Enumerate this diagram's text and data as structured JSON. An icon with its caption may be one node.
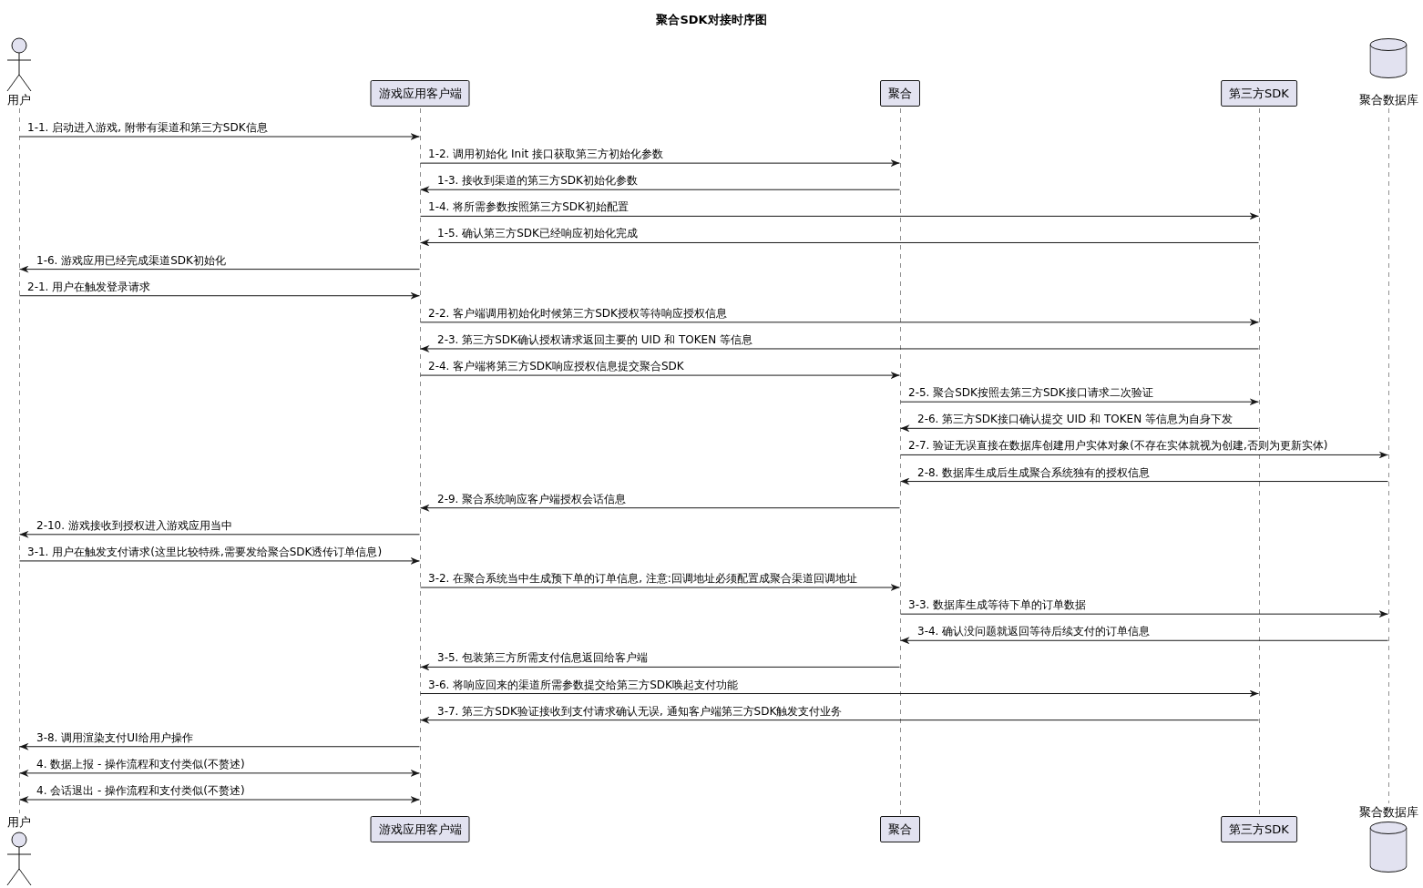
{
  "diagram": {
    "title": "聚合SDK对接时序图",
    "nodes": [
      {
        "text": [
          "用户"
        ]
      },
      {
        "text": [
          "游戏应用客户端"
        ]
      },
      {
        "text": [
          "聚合"
        ]
      },
      {
        "text": [
          "第三方SDK"
        ]
      },
      {
        "text": [
          "聚合数据库"
        ]
      },
      {
        "text": [],
        "shape": "line"
      },
      {
        "text": [],
        "shape": "line"
      },
      {
        "text": [],
        "shape": "line"
      },
      {
        "text": [],
        "shape": "line"
      },
      {
        "text": [],
        "shape": "line"
      },
      {
        "text": [
          "用户"
        ]
      },
      {
        "text": [
          "游戏应用客户端"
        ]
      },
      {
        "text": [
          "聚合"
        ]
      },
      {
        "text": [
          "第三方SDK"
        ]
      },
      {
        "text": [
          "聚合数据库"
        ]
      }
    ],
    "edges": [
      {
        "from": 5,
        "to": 6,
        "arrow": "to",
        "label": "1-1. 启动进入游戏, 附带有渠道和第三方SDK信息"
      },
      {
        "from": 6,
        "to": 7,
        "arrow": "to",
        "label": "1-2. 调用初始化 Init 接口获取第三方初始化参数"
      },
      {
        "from": 7,
        "to": 6,
        "arrow": "to",
        "label": "1-3. 接收到渠道的第三方SDK初始化参数"
      },
      {
        "from": 6,
        "to": 8,
        "arrow": "to",
        "label": "1-4. 将所需参数按照第三方SDK初始配置"
      },
      {
        "from": 8,
        "to": 6,
        "arrow": "to",
        "label": "1-5. 确认第三方SDK已经响应初始化完成"
      },
      {
        "from": 6,
        "to": 5,
        "arrow": "to",
        "label": "1-6. 游戏应用已经完成渠道SDK初始化"
      },
      {
        "from": 5,
        "to": 6,
        "arrow": "to",
        "label": "2-1. 用户在触发登录请求"
      },
      {
        "from": 6,
        "to": 8,
        "arrow": "to",
        "label": "2-2. 客户端调用初始化时候第三方SDK授权等待响应授权信息"
      },
      {
        "from": 8,
        "to": 6,
        "arrow": "to",
        "label": "2-3. 第三方SDK确认授权请求返回主要的 UID 和 TOKEN 等信息"
      },
      {
        "from": 6,
        "to": 7,
        "arrow": "to",
        "label": "2-4. 客户端将第三方SDK响应授权信息提交聚合SDK"
      },
      {
        "from": 7,
        "to": 8,
        "arrow": "to",
        "label": "2-5. 聚合SDK按照去第三方SDK接口请求二次验证"
      },
      {
        "from": 8,
        "to": 7,
        "arrow": "to",
        "label": "2-6. 第三方SDK接口确认提交 UID 和 TOKEN 等信息为自身下发"
      },
      {
        "from": 7,
        "to": 9,
        "arrow": "to",
        "label": "2-7. 验证无误直接在数据库创建用户实体对象(不存在实体就视为创建,否则为更新实体)"
      },
      {
        "from": 9,
        "to": 7,
        "arrow": "to",
        "label": "2-8. 数据库生成后生成聚合系统独有的授权信息"
      },
      {
        "from": 7,
        "to": 6,
        "arrow": "to",
        "label": "2-9. 聚合系统响应客户端授权会话信息"
      },
      {
        "from": 6,
        "to": 5,
        "arrow": "to",
        "label": "2-10. 游戏接收到授权进入游戏应用当中"
      },
      {
        "from": 5,
        "to": 6,
        "arrow": "to",
        "label": "3-1. 用户在触发支付请求(这里比较特殊,需要发给聚合SDK透传订单信息)"
      },
      {
        "from": 6,
        "to": 7,
        "arrow": "to",
        "label": "3-2. 在聚合系统当中生成预下单的订单信息, 注意:回调地址必须配置成聚合渠道回调地址"
      },
      {
        "from": 7,
        "to": 9,
        "arrow": "to",
        "label": "3-3. 数据库生成等待下单的订单数据"
      },
      {
        "from": 9,
        "to": 7,
        "arrow": "to",
        "label": "3-4. 确认没问题就返回等待后续支付的订单信息"
      },
      {
        "from": 7,
        "to": 6,
        "arrow": "to",
        "label": "3-5. 包装第三方所需支付信息返回给客户端"
      },
      {
        "from": 6,
        "to": 8,
        "arrow": "to",
        "label": "3-6. 将响应回来的渠道所需参数提交给第三方SDK唤起支付功能"
      },
      {
        "from": 8,
        "to": 6,
        "arrow": "to",
        "label": "3-7. 第三方SDK验证接收到支付请求确认无误, 通知客户端第三方SDK触发支付业务"
      },
      {
        "from": 6,
        "to": 5,
        "arrow": "to",
        "label": "3-8. 调用渲染支付UI给用户操作"
      },
      {
        "from": 5,
        "to": 6,
        "arrow": "both",
        "label": "4. 数据上报 - 操作流程和支付类似(不赘述)"
      },
      {
        "from": 5,
        "to": 6,
        "arrow": "both",
        "label": "4. 会话退出 - 操作流程和支付类似(不赘述)"
      }
    ]
  }
}
